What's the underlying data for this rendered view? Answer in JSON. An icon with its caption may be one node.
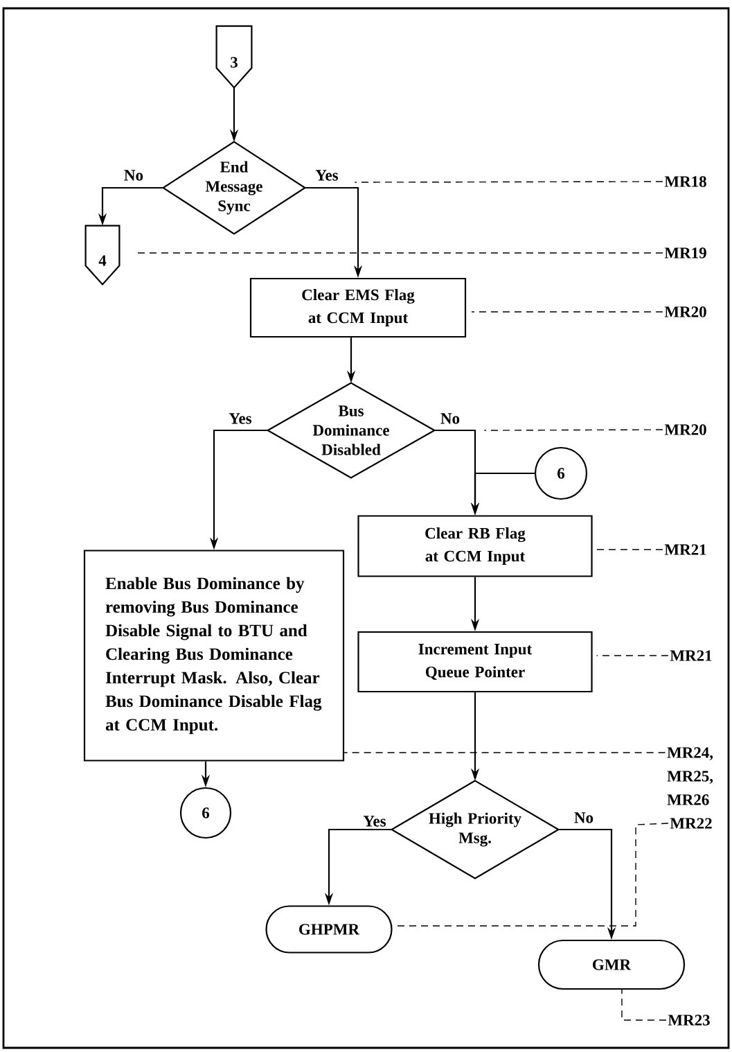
{
  "diagram": {
    "nodes": [
      {
        "text": [
          "3"
        ]
      },
      {
        "text": [
          "End Message Sync"
        ]
      },
      {
        "text": [
          "4"
        ]
      },
      {
        "text": [
          "Clear EMS Flag at CCM Input"
        ]
      },
      {
        "text": [
          "Bus Dominance Disabled"
        ]
      },
      {
        "text": [
          "6"
        ]
      },
      {
        "text": [
          "Clear RB Flag at CCM Input"
        ]
      },
      {
        "text": [
          "Increment Input Queue Pointer"
        ]
      },
      {
        "text": [
          "Enable Bus Dominance by removing Bus Dominance Disable Signal to BTU and Clearing Bus Dominance Interrupt Mask. Also, Clear Bus Dominance Disable Flag at CCM Input."
        ]
      },
      {
        "text": [
          "6"
        ]
      },
      {
        "text": [
          "High Priority Msg."
        ]
      },
      {
        "text": [
          "GHPMR"
        ]
      },
      {
        "text": [
          "GMR"
        ]
      },
      {
        "text": [
          "MR18"
        ]
      },
      {
        "text": [
          "MR19"
        ]
      },
      {
        "text": [
          "MR20"
        ]
      },
      {
        "text": [
          "MR20"
        ]
      },
      {
        "text": [
          "MR21"
        ]
      },
      {
        "text": [
          "MR21"
        ]
      },
      {
        "text": [
          "MR24, MR25, MR26"
        ]
      },
      {
        "text": [
          "MR22"
        ]
      },
      {
        "text": [
          "MR23"
        ]
      }
    ],
    "edges": [
      {
        "from": 0,
        "to": 1,
        "arrow": "to"
      },
      {
        "from": 1,
        "to": 2,
        "arrow": "to",
        "label": "No"
      },
      {
        "from": 1,
        "to": 3,
        "arrow": "to",
        "label": "Yes"
      },
      {
        "from": 3,
        "to": 4,
        "arrow": "to"
      },
      {
        "from": 4,
        "to": 8,
        "arrow": "to",
        "label": "Yes"
      },
      {
        "from": 4,
        "to": 6,
        "arrow": "to",
        "label": "No"
      },
      {
        "from": 5,
        "to": 6,
        "arrow": "to"
      },
      {
        "from": 6,
        "to": 7,
        "arrow": "to"
      },
      {
        "from": 7,
        "to": 10,
        "arrow": "to"
      },
      {
        "from": 8,
        "to": 9,
        "arrow": "to"
      },
      {
        "from": 10,
        "to": 11,
        "arrow": "to",
        "label": "Yes"
      },
      {
        "from": 10,
        "to": 12,
        "arrow": "to",
        "label": "No"
      },
      {
        "from": 13,
        "to": 1,
        "arrow": "none",
        "style": "dashed"
      },
      {
        "from": 14,
        "to": 2,
        "arrow": "none",
        "style": "dashed"
      },
      {
        "from": 15,
        "to": 3,
        "arrow": "none",
        "style": "dashed"
      },
      {
        "from": 16,
        "to": 4,
        "arrow": "none",
        "style": "dashed"
      },
      {
        "from": 17,
        "to": 6,
        "arrow": "none",
        "style": "dashed"
      },
      {
        "from": 18,
        "to": 7,
        "arrow": "none",
        "style": "dashed"
      },
      {
        "from": 19,
        "to": 8,
        "arrow": "none",
        "style": "dashed"
      },
      {
        "from": 20,
        "to": 11,
        "arrow": "none",
        "style": "dashed"
      },
      {
        "from": 21,
        "to": 12,
        "arrow": "none",
        "style": "dashed"
      }
    ]
  }
}
